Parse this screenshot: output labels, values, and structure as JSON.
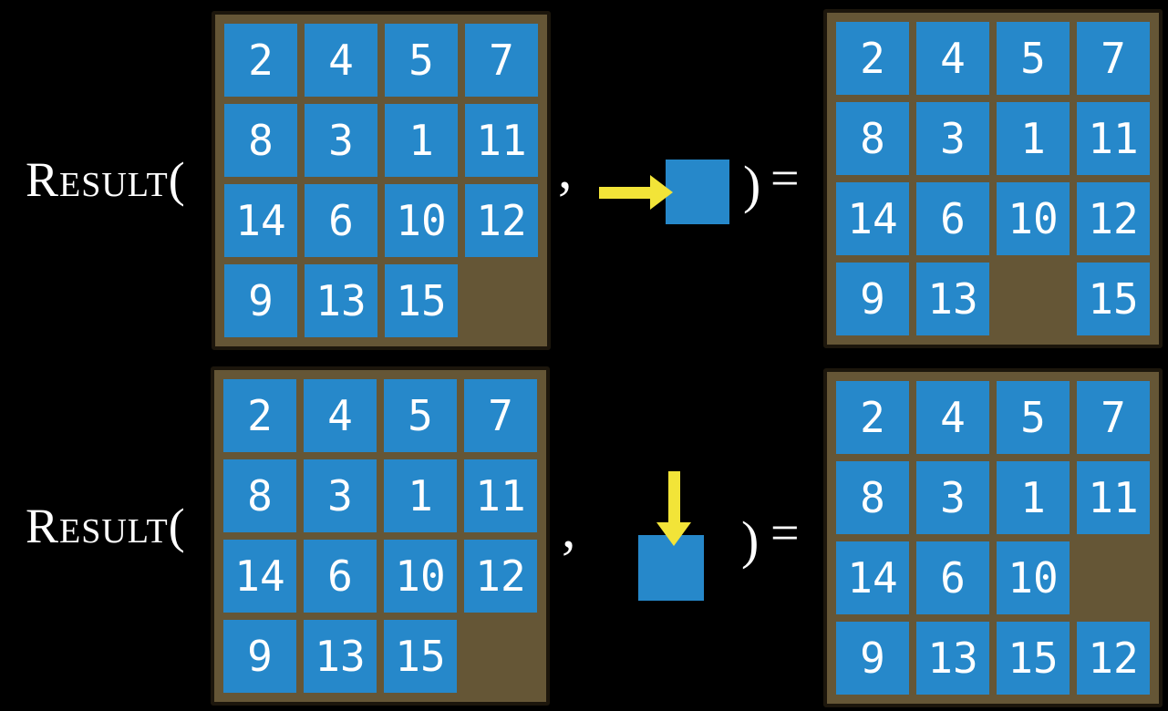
{
  "colors": {
    "background": "#000000",
    "tile_blue": "#2688CA",
    "frame_brown": "#655636",
    "frame_border": "#1c160c",
    "arrow_yellow": "#F2E438",
    "text_white": "#FFFFFF"
  },
  "function_label": "Result(",
  "comma": ",",
  "close_paren": ")",
  "equals_sign": "=",
  "examples": [
    {
      "id": "slide-right-example",
      "arrow_icon": "right-arrow-icon",
      "initial_grid": [
        [
          2,
          4,
          5,
          7
        ],
        [
          8,
          3,
          1,
          11
        ],
        [
          14,
          6,
          10,
          12
        ],
        [
          9,
          13,
          15,
          null
        ]
      ],
      "result_grid": [
        [
          2,
          4,
          5,
          7
        ],
        [
          8,
          3,
          1,
          11
        ],
        [
          14,
          6,
          10,
          12
        ],
        [
          9,
          13,
          null,
          15
        ]
      ]
    },
    {
      "id": "slide-down-example",
      "arrow_icon": "down-arrow-icon",
      "initial_grid": [
        [
          2,
          4,
          5,
          7
        ],
        [
          8,
          3,
          1,
          11
        ],
        [
          14,
          6,
          10,
          12
        ],
        [
          9,
          13,
          15,
          null
        ]
      ],
      "result_grid": [
        [
          2,
          4,
          5,
          7
        ],
        [
          8,
          3,
          1,
          11
        ],
        [
          14,
          6,
          10,
          null
        ],
        [
          9,
          13,
          15,
          12
        ]
      ]
    }
  ]
}
